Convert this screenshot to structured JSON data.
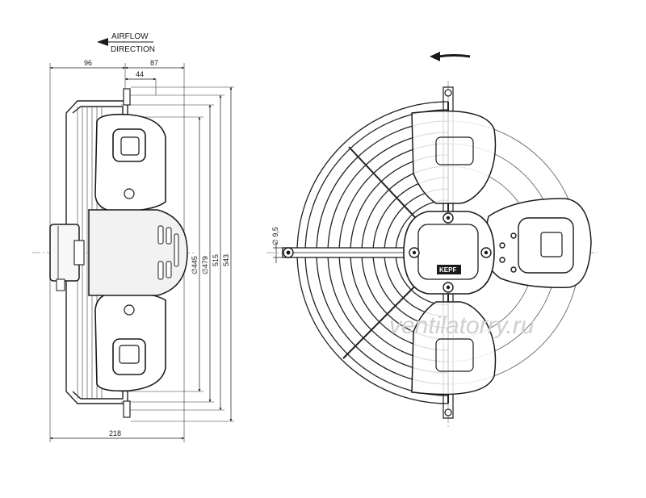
{
  "airflow": {
    "line1": "AIRFLOW",
    "line2": "DIRECTION"
  },
  "dimensions": {
    "d96": "96",
    "d87": "87",
    "d44": "44",
    "d218": "218",
    "d445": "∅445",
    "d479": "∅479",
    "d515": "515",
    "d543": "543",
    "d95": "∅ 9,5"
  },
  "logo": "KEPF",
  "watermark": "ventilatorry.ru",
  "icons": [
    "arrow-left-icon",
    "rotation-arrow-icon"
  ]
}
